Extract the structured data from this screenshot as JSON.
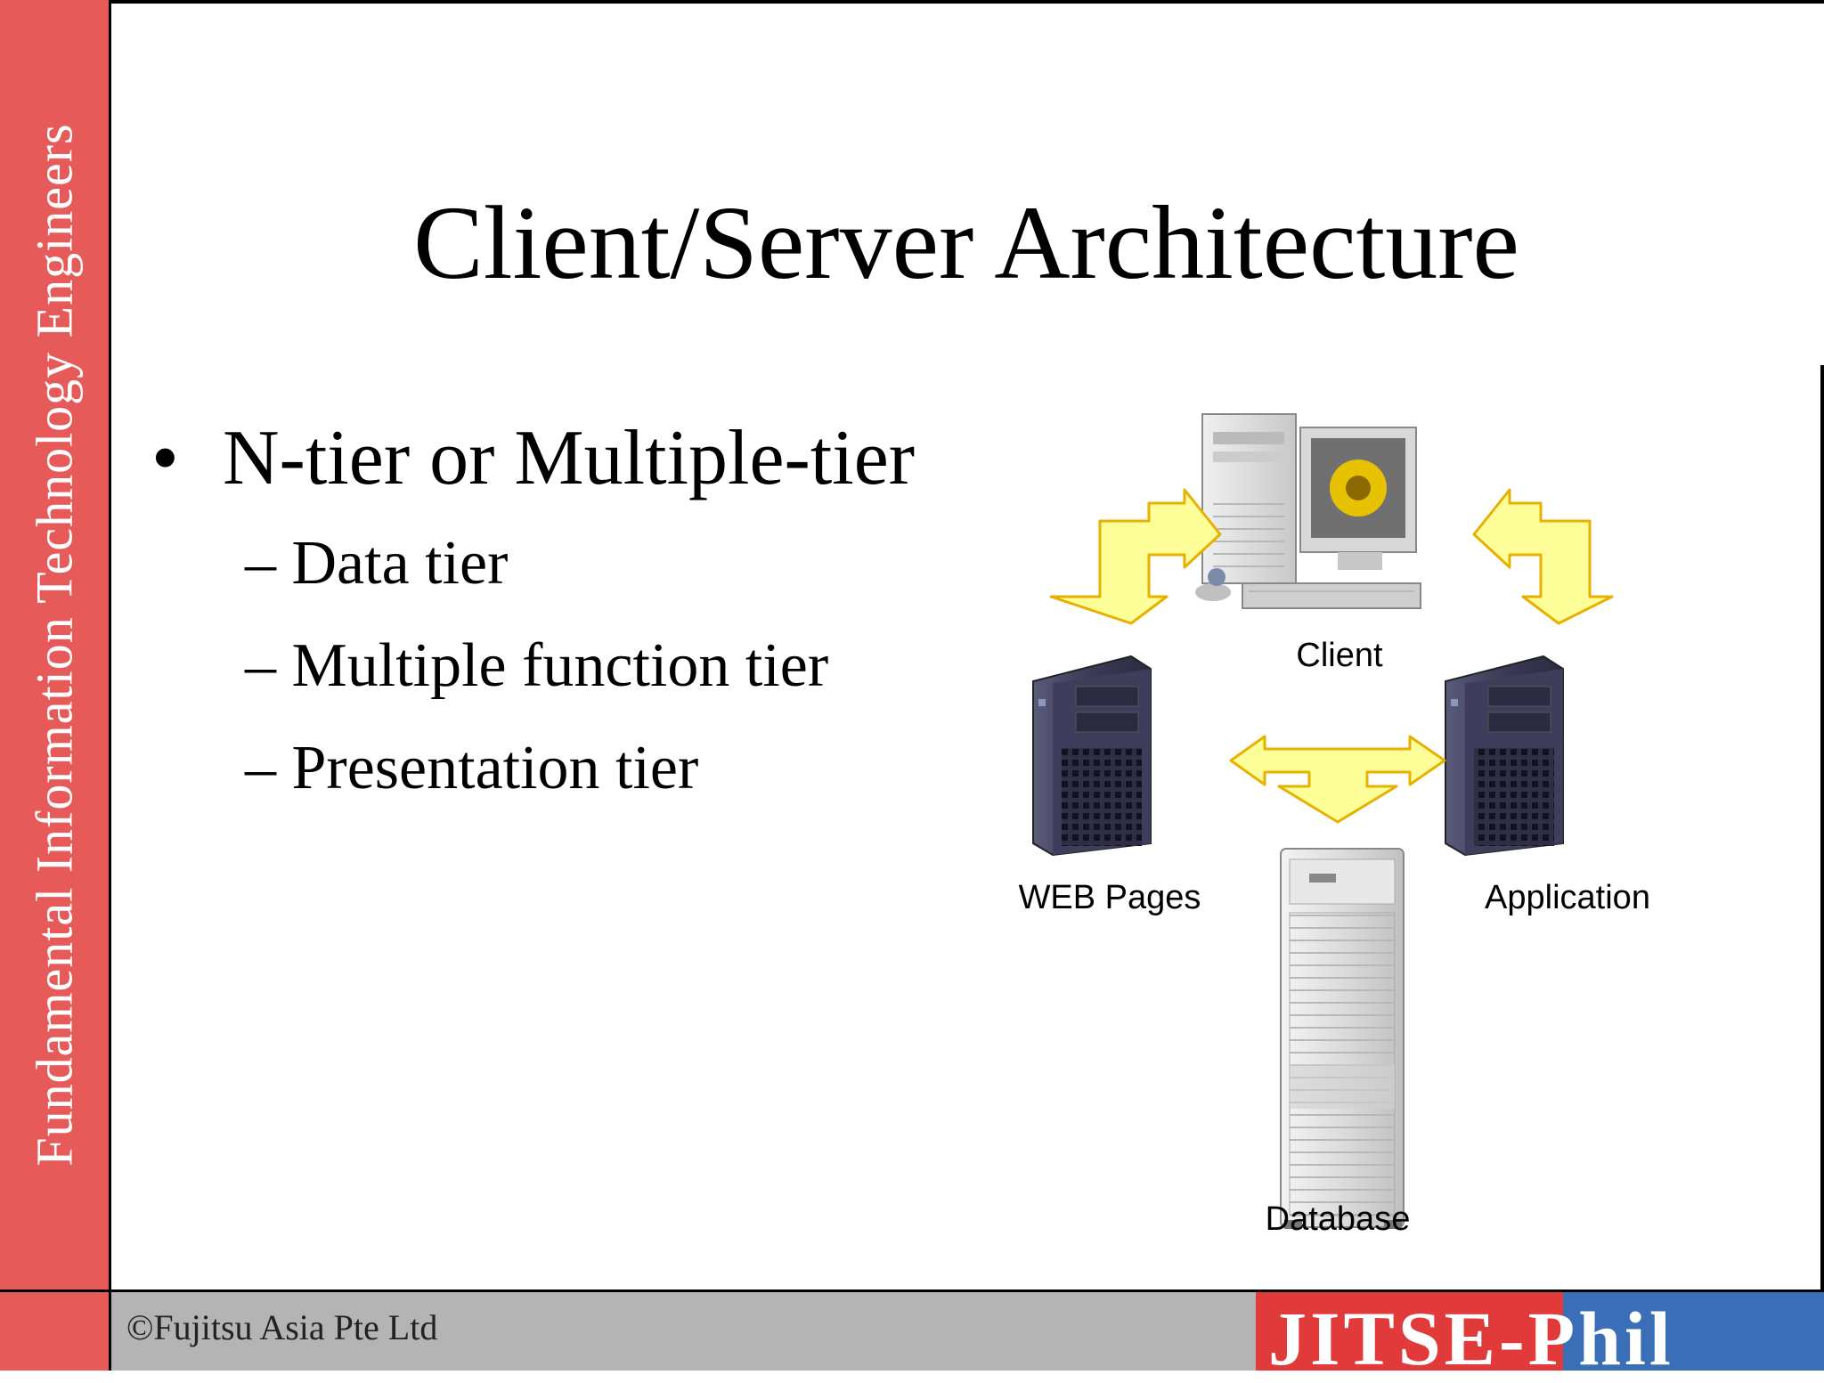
{
  "sidebar": {
    "text": "Fundamental Information Technology Engineers"
  },
  "slide": {
    "title": "Client/Server Architecture",
    "bullet": "N-tier or Multiple-tier",
    "subbullets": [
      "Data tier",
      "Multiple function tier",
      "Presentation tier"
    ]
  },
  "diagram": {
    "client_label": "Client",
    "web_label": "WEB Pages",
    "app_label": "Application",
    "db_label": "Database"
  },
  "footer": {
    "copyright": "©Fujitsu Asia Pte Ltd",
    "logo_red": "JITSE",
    "logo_blue": "-Phil"
  },
  "colors": {
    "band_red": "#e65a5a",
    "arrow_fill": "#ffff99",
    "arrow_stroke": "#e8b000",
    "server_body": "#3a3a55"
  }
}
